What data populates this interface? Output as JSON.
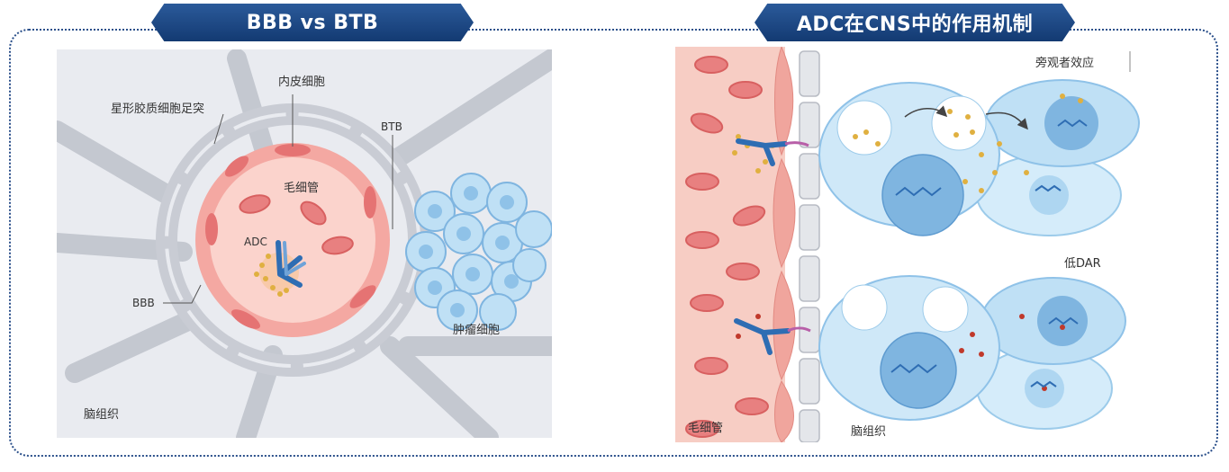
{
  "left_panel": {
    "title": "BBB vs BTB",
    "labels": {
      "endothelial": "内皮细胞",
      "astrocyte": "星形胶质细胞足突",
      "btb": "BTB",
      "capillary": "毛细管",
      "adc": "ADC",
      "bbb": "BBB",
      "tumor": "肿瘤细胞",
      "brain": "脑组织"
    }
  },
  "right_panel": {
    "title": "ADC在CNS中的作用机制",
    "labels": {
      "bystander": "旁观者效应",
      "low_dar": "低DAR",
      "capillary": "毛细管",
      "brain": "脑组织"
    }
  },
  "colors": {
    "banner": "#1d4680",
    "frame": "#2a4f8a",
    "vessel": "#f4a8a2",
    "rbc": "#e57373",
    "cell": "#bfe0f5",
    "nucleus": "#7fb5e0",
    "antibody": "#2e6db3",
    "payload": "#e0b040"
  }
}
